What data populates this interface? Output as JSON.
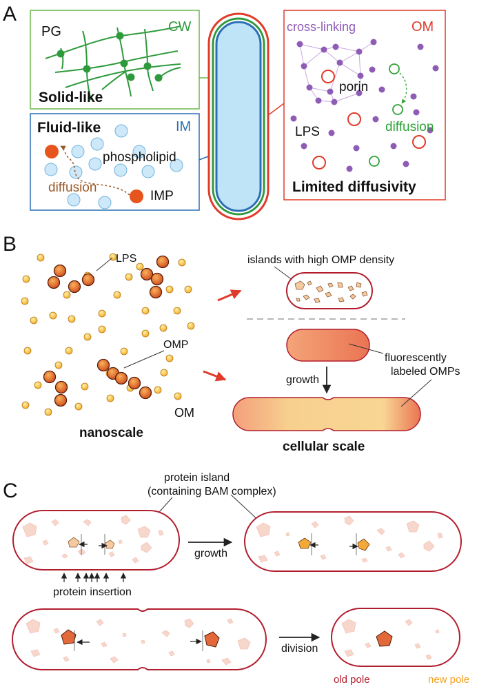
{
  "colors": {
    "cw_green": "#2e9a3c",
    "im_blue": "#2a6fb5",
    "om_red": "#e03a2a",
    "purple": "#8e5bb5",
    "diff_green": "#2ea236",
    "brown": "#9a5a28",
    "lps_yellow": "#f2b227",
    "omp_orange": "#e8723a",
    "cell_red": "#b21d2e",
    "island_pink": "#f7d6cc",
    "new_island": "#f2a93a",
    "old_island": "#e4693a",
    "cytoplasm_blue": "#bfe3f7"
  },
  "panel_a": {
    "letter": "A",
    "cw_box": {
      "tag": "CW",
      "pg_label": "PG",
      "caption": "Solid-like"
    },
    "im_box": {
      "tag": "IM",
      "caption": "Fluid-like",
      "phospholipid": "phospholipid",
      "diffusion": "diffusion",
      "imp": "IMP"
    },
    "om_box": {
      "tag": "OM",
      "cross_linking": "cross-linking",
      "porin": "porin",
      "lps": "LPS",
      "diffusion": "diffusion",
      "caption": "Limited diffusivity"
    }
  },
  "panel_b": {
    "letter": "B",
    "lps": "LPS",
    "omp": "OMP",
    "om": "OM",
    "nanoscale": "nanoscale",
    "islands": "islands with high OMP density",
    "fluor_line1": "fluorescently",
    "fluor_line2": "labeled OMPs",
    "growth": "growth",
    "cellular": "cellular scale"
  },
  "panel_c": {
    "letter": "C",
    "island_line1": "protein island",
    "island_line2": "(containing BAM complex)",
    "growth": "growth",
    "insertion": "protein insertion",
    "division": "division",
    "old_pole": "old pole",
    "new_pole": "new pole"
  }
}
